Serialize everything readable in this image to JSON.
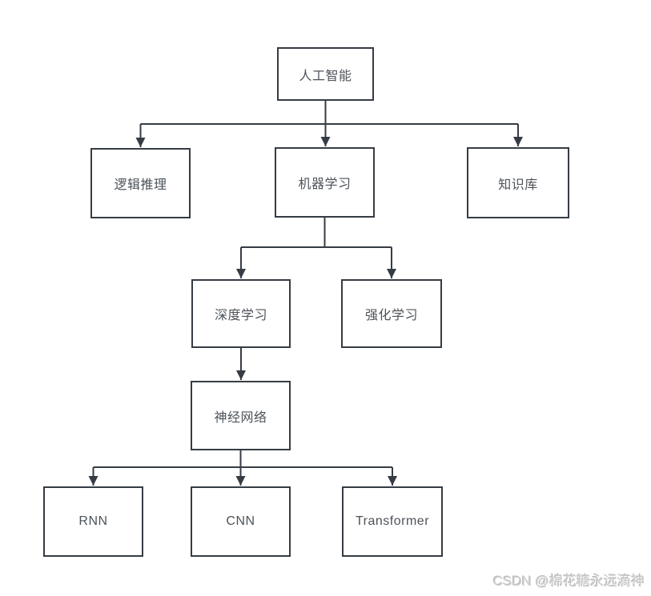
{
  "diagram": {
    "type": "flowchart-tree",
    "colors": {
      "background": "#ffffff",
      "node_border": "#363c44",
      "connector": "#363c44",
      "node_text": "#4d5359",
      "watermark_text": "#c9c9c9"
    },
    "nodes": {
      "ai": {
        "label": "人工智能"
      },
      "logic": {
        "label": "逻辑推理"
      },
      "ml": {
        "label": "机器学习"
      },
      "kb": {
        "label": "知识库"
      },
      "dl": {
        "label": "深度学习"
      },
      "rl": {
        "label": "强化学习"
      },
      "nn": {
        "label": "神经网络"
      },
      "rnn": {
        "label": "RNN"
      },
      "cnn": {
        "label": "CNN"
      },
      "transformer": {
        "label": "Transformer"
      }
    },
    "edges": [
      {
        "from": "人工智能",
        "to": "逻辑推理"
      },
      {
        "from": "人工智能",
        "to": "机器学习"
      },
      {
        "from": "人工智能",
        "to": "知识库"
      },
      {
        "from": "机器学习",
        "to": "深度学习"
      },
      {
        "from": "机器学习",
        "to": "强化学习"
      },
      {
        "from": "深度学习",
        "to": "神经网络"
      },
      {
        "from": "神经网络",
        "to": "RNN"
      },
      {
        "from": "神经网络",
        "to": "CNN"
      },
      {
        "from": "神经网络",
        "to": "Transformer"
      }
    ]
  },
  "watermark": {
    "text": "CSDN @棉花糖永远滴神"
  }
}
